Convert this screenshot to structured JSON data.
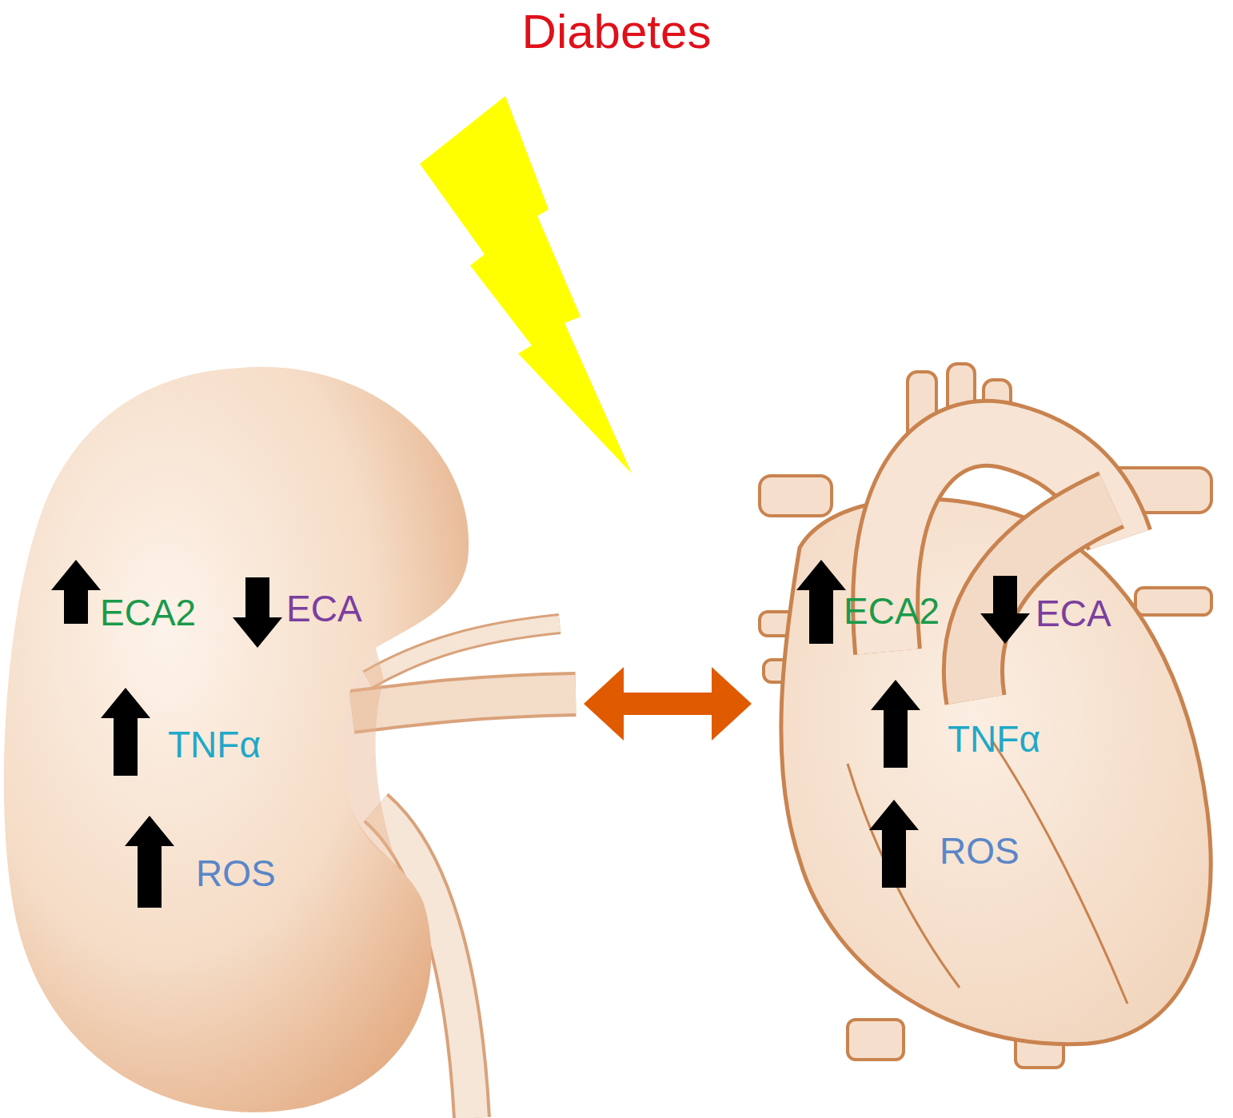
{
  "diagram": {
    "title": "Diabetes",
    "nodes": [
      {
        "text": [
          "ECA2",
          "ECA",
          "TNFα",
          "ROS"
        ]
      },
      {
        "text": [
          "ECA2",
          "ECA",
          "TNFα",
          "ROS"
        ]
      }
    ],
    "edges": [
      {
        "from": 0,
        "to": 1,
        "arrow": "both"
      }
    ]
  }
}
